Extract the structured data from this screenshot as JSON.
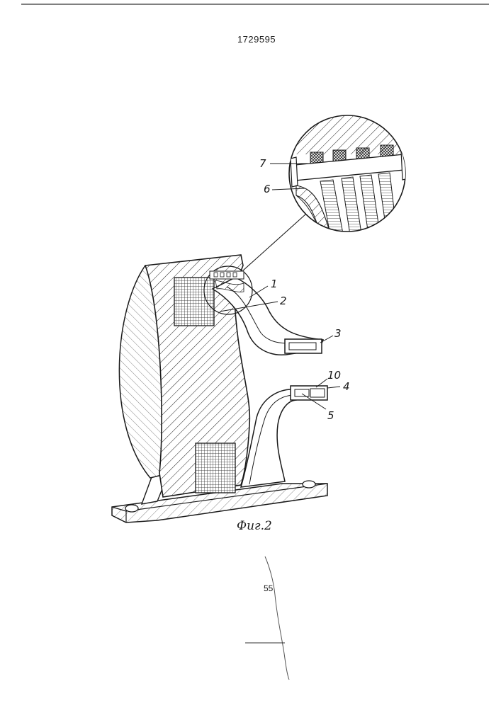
{
  "header": {
    "patent_number": "1729595"
  },
  "figure": {
    "caption": "Фиг.2",
    "labels": [
      {
        "id": "1",
        "text": "1"
      },
      {
        "id": "2",
        "text": "2"
      },
      {
        "id": "3",
        "text": "3"
      },
      {
        "id": "4",
        "text": "4"
      },
      {
        "id": "5",
        "text": "5"
      },
      {
        "id": "6",
        "text": "6"
      },
      {
        "id": "7",
        "text": "7"
      },
      {
        "id": "10",
        "text": "10"
      }
    ]
  },
  "margin": {
    "line_number": "55"
  }
}
